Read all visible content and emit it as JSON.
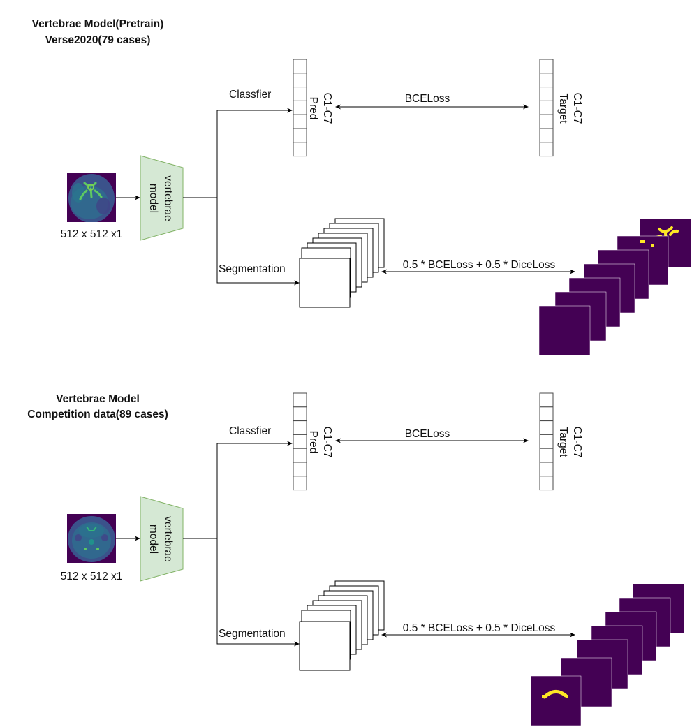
{
  "colors": {
    "model_fill": "#d5e8d4",
    "model_stroke": "#82b366",
    "mask_background": "#440154",
    "mask_foreground": "#fde725",
    "ct_background": "#3b528b",
    "ct_highlight": "#5ec962"
  },
  "panels": [
    {
      "title_line1": "Vertebrae Model(Pretrain)",
      "title_line2": "Verse2020(79 cases)",
      "input_label": "512 x 512 x1",
      "model_label_line1": "vertebrae",
      "model_label_line2": "model",
      "classifier_label": "Classfier",
      "segmentation_label": "Segmentation",
      "pred_label_line1": "C1-C7",
      "pred_label_line2": "Pred",
      "target_label_line1": "C1-C7",
      "target_label_line2": "Target",
      "cls_loss_label": "BCELoss",
      "seg_loss_label": "0.5 * BCELoss + 0.5 * DiceLoss"
    },
    {
      "title_line1": "Vertebrae Model",
      "title_line2": "Competition data(89 cases)",
      "input_label": "512 x 512 x1",
      "model_label_line1": "vertebrae",
      "model_label_line2": "model",
      "classifier_label": "Classfier",
      "segmentation_label": "Segmentation",
      "pred_label_line1": "C1-C7",
      "pred_label_line2": "Pred",
      "target_label_line1": "C1-C7",
      "target_label_line2": "Target",
      "cls_loss_label": "BCELoss",
      "seg_loss_label": "0.5 * BCELoss + 0.5 * DiceLoss"
    }
  ]
}
